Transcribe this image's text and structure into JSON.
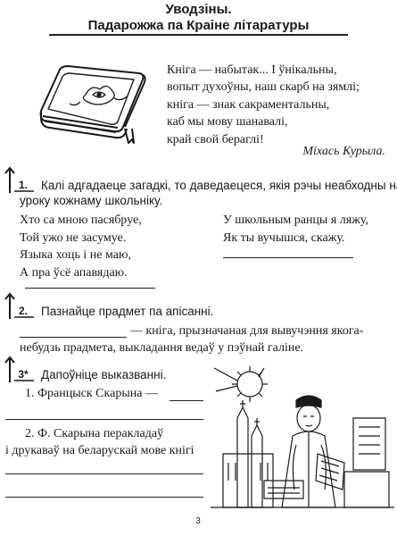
{
  "header": {
    "line1": "Уводзіны.",
    "line2": "Падарожжа па Краіне літаратуры"
  },
  "epigraph": {
    "lines": [
      "Кніга — набытак... І ўнікальны,",
      "вопыт духоўны, наш скарб на зямлі;",
      "кніга — знак сакраментальны,",
      "каб мы мову шанавалі,",
      "край свой берaглі!"
    ],
    "author": "Міхась Курыла."
  },
  "tasks": [
    {
      "number": "1.",
      "text_line1": "Калі адгадаеце загадкі, то даведаецеся, якія рэчы неабходны на",
      "text_line2": "уроку кожнаму школьніку.",
      "riddle_left": [
        "Хто са мною пасябруе,",
        "Той ужо не засумуе.",
        "Языка хоць і не маю,",
        "А пра ўсё апавядаю."
      ],
      "riddle_right": [
        "У школьным ранцы я ляжу,",
        "Як ты вучышся, скажу."
      ]
    },
    {
      "number": "2.",
      "text": "Пазнайце прадмет па апісанні.",
      "definition_line1": "— кніга, прызначаная для вывучэння якога-",
      "definition_line2": "небудзь прадмета, выкладання ведаў у пэўнай галіне."
    },
    {
      "number": "3*",
      "text": "Дапоўніце выказванні.",
      "item1": "1. Францыск Скарына —",
      "item2_line1": "2. Ф. Скарына перакладаў",
      "item2_line2": "і друкаваў на беларускай мове кнігі"
    }
  ],
  "page_number": "3"
}
